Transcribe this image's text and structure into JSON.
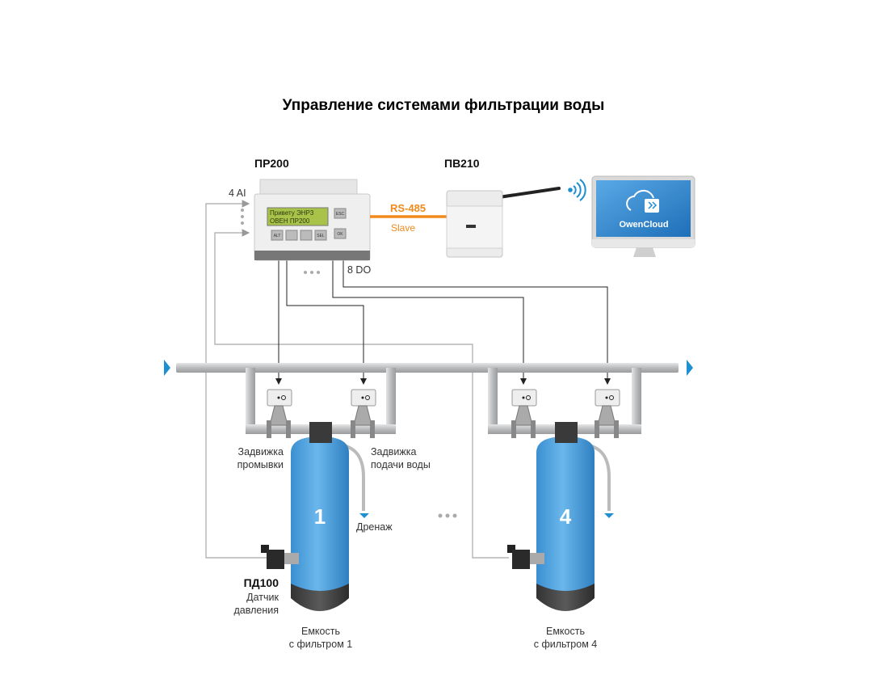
{
  "title": "Управление системами фильтрации воды",
  "controller": {
    "name": "ПР200",
    "lcd_line1": "Привету ЭНР3",
    "lcd_line2": "ОВЕН ПР200",
    "buttons": [
      "ALT",
      "ESC",
      "SEL",
      "OK"
    ],
    "inputs_label": "4 AI",
    "outputs_label": "8 DO"
  },
  "link": {
    "protocol": "RS-485",
    "role": "Slave"
  },
  "gateway": {
    "name": "ПВ210"
  },
  "cloud": {
    "name": "OwenCloud"
  },
  "valves": {
    "flush": [
      "Задвижка",
      "промывки"
    ],
    "supply": [
      "Задвижка",
      "подачи воды"
    ]
  },
  "drain_label": "Дренаж",
  "sensor": {
    "name": "ПД100",
    "desc": [
      "Датчик",
      "давления"
    ]
  },
  "tanks": [
    {
      "number": "1",
      "label": [
        "Емкость",
        "с фильтром 1"
      ]
    },
    {
      "number": "4",
      "label": [
        "Емкость",
        "с фильтром 4"
      ]
    }
  ],
  "colors": {
    "accent": "#f08a1c",
    "tank": "#4a9fdc",
    "flow": "#1e8fd0",
    "pipe": "#c6c8ca"
  }
}
